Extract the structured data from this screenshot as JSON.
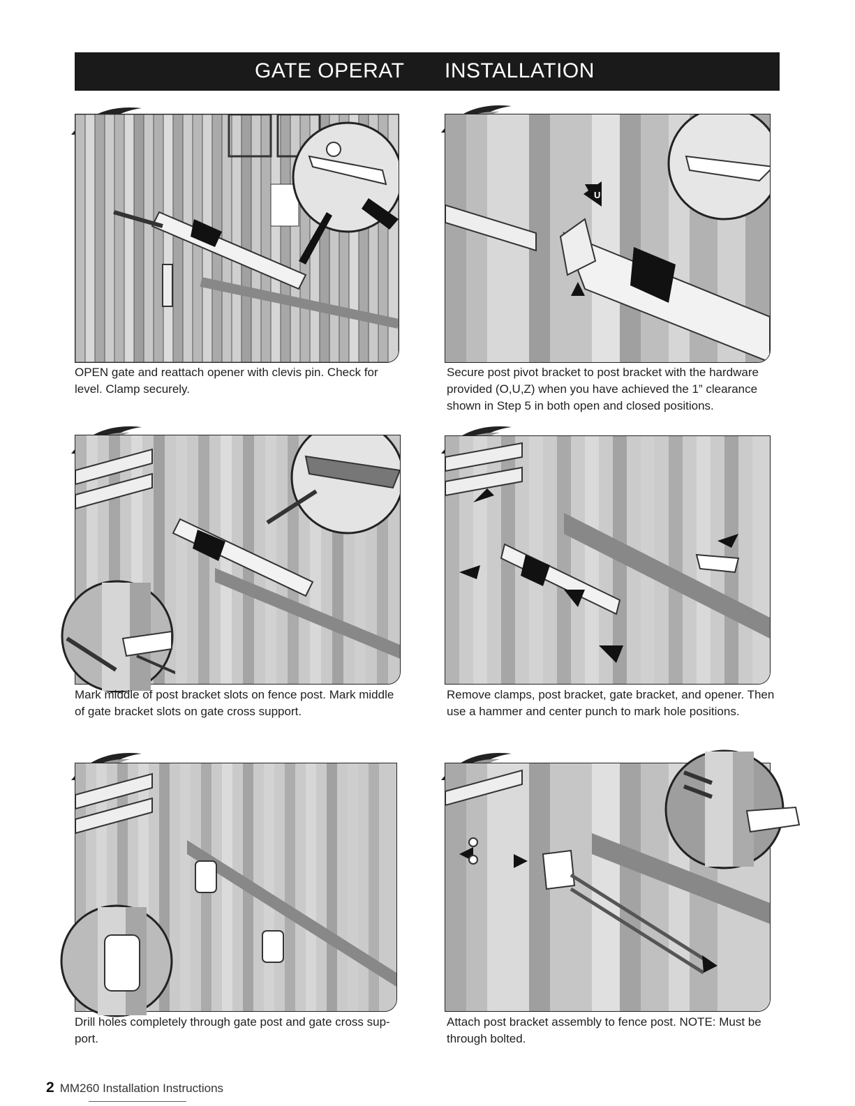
{
  "header": {
    "title_left": "GATE OPERAT",
    "title_right": "INSTALLATION"
  },
  "steps": [
    {
      "caption": "OPEN gate and reattach opener with clevis pin. Check for level. Clamp securely."
    },
    {
      "caption": "Secure post pivot bracket to post bracket with the hardware provided (O,U,Z) when you have achieved the 1” clearance shown in Step 5 in both open and closed positions.",
      "callout": "U"
    },
    {
      "caption": "Mark middle of post bracket slots on fence post. Mark middle of gate bracket slots on gate cross support."
    },
    {
      "caption": "Remove clamps, post bracket, gate bracket, and opener. Then use a hammer and center punch to mark hole positions."
    },
    {
      "caption": "Drill holes completely through gate post and gate cross sup-port."
    },
    {
      "caption": "Attach post bracket assembly to fence post. NOTE: Must be through bolted."
    }
  ],
  "footer": {
    "page_number": "2",
    "text": "MM260 Installation Instructions"
  }
}
